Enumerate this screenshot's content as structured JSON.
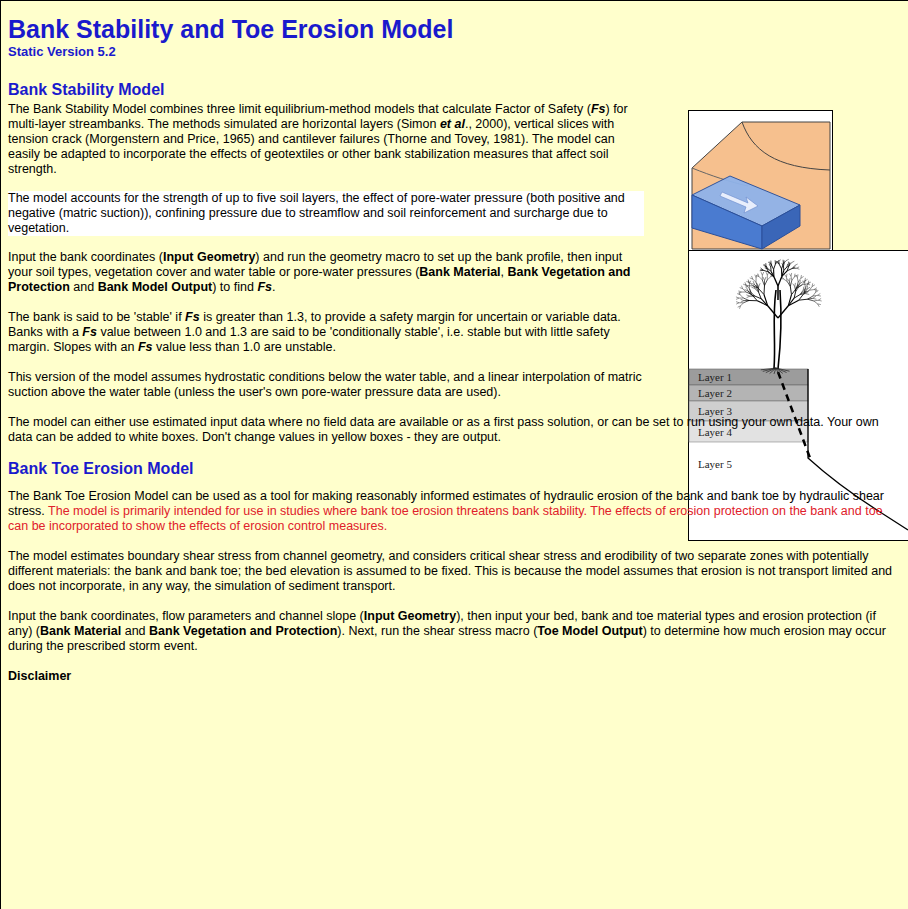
{
  "diagram": {
    "title": "Bank Stability and Toe Erosion Model",
    "nodes": [
      {
        "text": [
          "Layer 1"
        ]
      },
      {
        "text": [
          "Layer 2"
        ]
      },
      {
        "text": [
          "Layer 3"
        ]
      },
      {
        "text": [
          "Layer 4"
        ]
      },
      {
        "text": [
          "Layer 5"
        ]
      }
    ],
    "labels": [
      "Static Version 5.2",
      "Bank Stability Model",
      "The Bank Stability Model combines three limit equilibrium-method models that calculate Factor of Safety (",
      "Fs",
      ") for multi-layer streambanks. The methods simulated are horizontal layers (Simon ",
      "et al",
      "., 2000), vertical slices with tension crack (Morgenstern and Price, 1965) and cantilever failures (Thorne and Tovey, 1981). The model can easily be adapted to incorporate the effects of geotextiles or other bank stabilization measures that affect soil strength.",
      "The model accounts for the strength of up to five soil layers, the effect of pore-water pressure (both positive and negative (matric suction)), confining pressure due to streamflow and soil reinforcement and surcharge due to vegetation.",
      "Input the bank coordinates (",
      "Input Geometry",
      ") and run the geometry macro to set up the bank profile, then input your soil types, vegetation cover and water table or pore-water pressures (",
      "Bank Material",
      ", ",
      "Bank Vegetation and Protection",
      " and ",
      "Bank Model Output",
      ") to find ",
      "Fs",
      ".",
      "The bank is said to be 'stable' if ",
      "Fs",
      " is greater than 1.3, to provide a safety margin for uncertain or variable data. Banks with a ",
      "Fs",
      " value between 1.0 and 1.3 are said to be 'conditionally stable', i.e. stable but with little safety margin. Slopes with an ",
      "Fs",
      " value less than 1.0 are unstable.",
      "This version of the model assumes hydrostatic conditions below the water table, and a linear interpolation of matric suction above the water table (unless the user's own pore-water pressure data are used).",
      "The model can either use estimated input data where no field data are available or as a first pass solution, or can be set to run using your own data. Your own data can be added to white boxes. Don't change values in yellow boxes - they are output.",
      "Bank Toe Erosion Model",
      "The Bank Toe Erosion Model can be used as a tool for making reasonably informed estimates of hydraulic erosion of the bank and bank toe by hydraulic shear stress. ",
      "The model is primarily intended for use in studies where bank toe erosion threatens bank stability. The effects of erosion protection on the bank and toe can be incorporated to show the effects of erosion control measures.",
      "The model estimates boundary shear stress from channel geometry, and considers critical shear stress and erodibility of two separate zones with potentially different materials: the bank and bank toe; the bed elevation is assumed to be fixed. This is because the model assumes that erosion is not transport limited and does not incorporate, in any way, the simulation of sediment transport.",
      "Input the bank coordinates, flow parameters and channel slope (",
      "Input Geometry",
      "), then input your bed, bank and toe material types and erosion protection (if any) (",
      "Bank Material",
      " and ",
      "Bank Vegetation and Protection",
      "). Next, run the shear stress macro (",
      "Toe Model Output",
      ") to determine how much erosion may occur during the prescribed storm event.",
      "Disclaimer"
    ]
  }
}
